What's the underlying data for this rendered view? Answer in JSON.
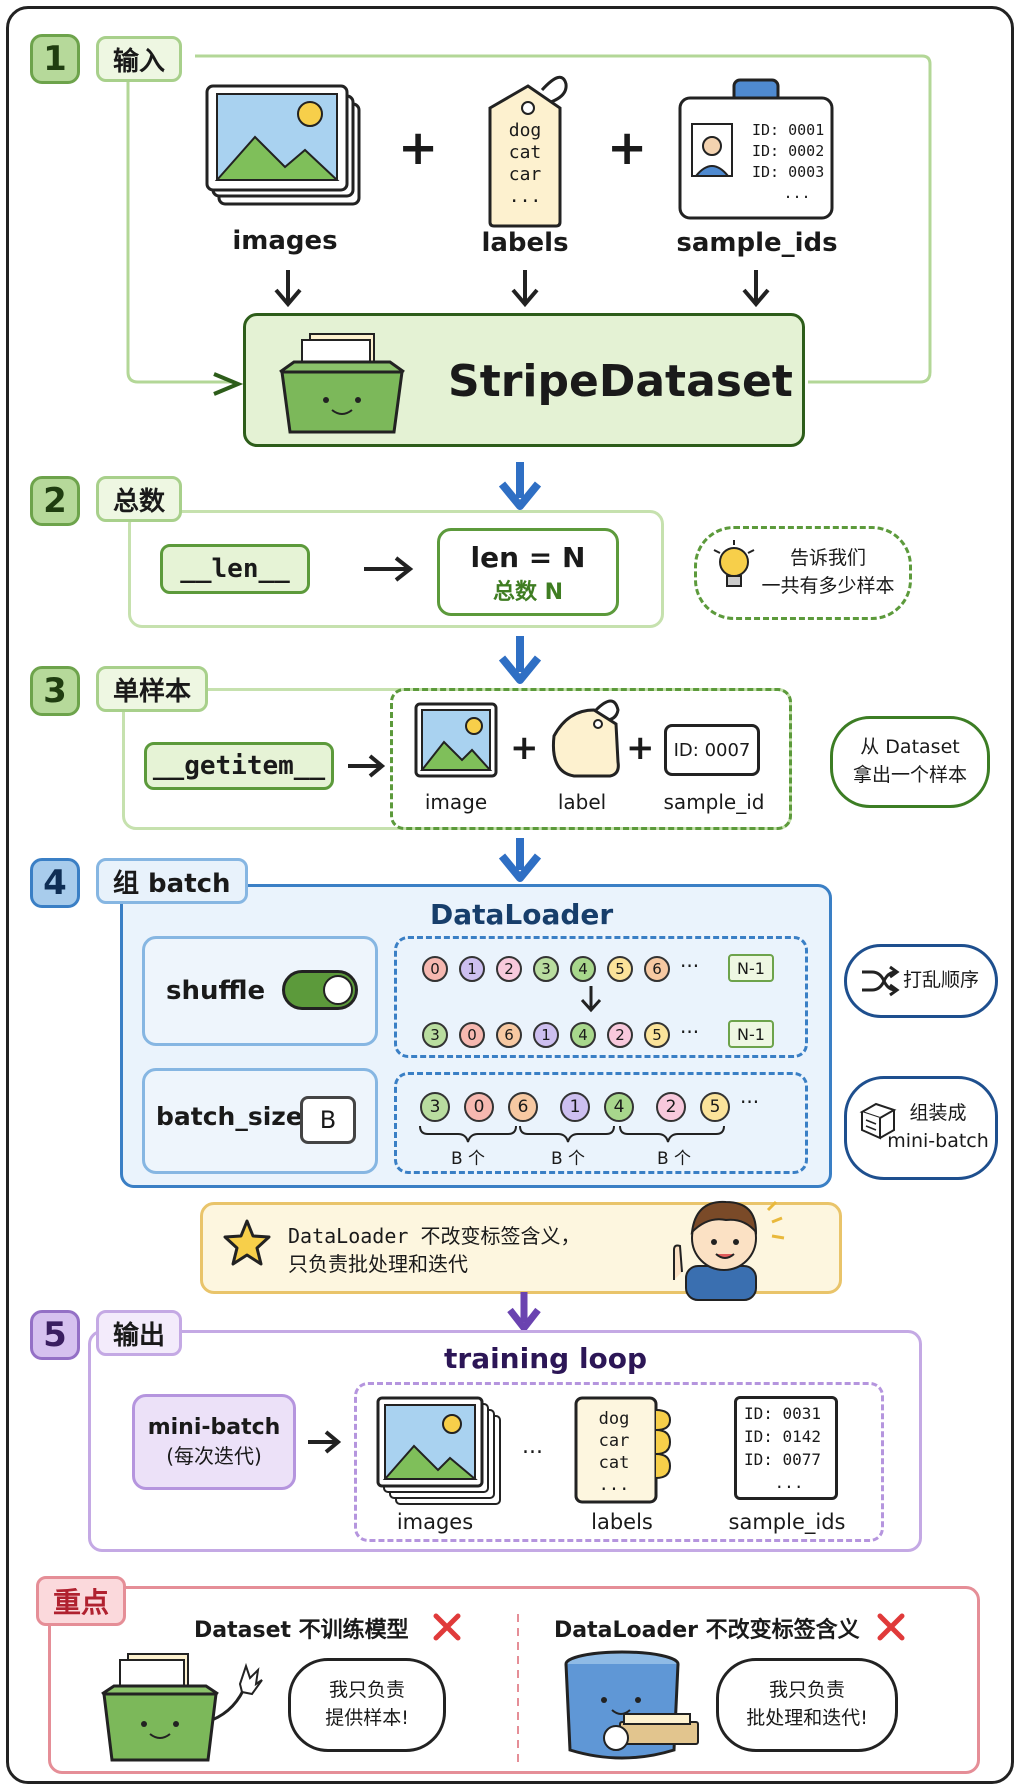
{
  "steps": {
    "s1": {
      "num": "1",
      "label": "输入"
    },
    "s2": {
      "num": "2",
      "label": "总数"
    },
    "s3": {
      "num": "3",
      "label": "单样本"
    },
    "s4": {
      "num": "4",
      "label": "组 batch"
    },
    "s5": {
      "num": "5",
      "label": "输出"
    },
    "key": {
      "label": "重点"
    }
  },
  "input": {
    "images_label": "images",
    "labels_label": "labels",
    "ids_label": "sample_ids",
    "plus": "+",
    "tag_lines": [
      "dog",
      "cat",
      "car",
      "..."
    ],
    "id_lines": [
      "ID: 0001",
      "ID: 0002",
      "ID: 0003",
      "..."
    ],
    "dataset_title": "StripeDataset"
  },
  "len": {
    "fn": "__len__",
    "result_main": "len = N",
    "result_sub": "总数 N",
    "bubble": [
      "告诉我们",
      "一共有多少样本"
    ]
  },
  "getitem": {
    "fn": "__getitem__",
    "image_label": "image",
    "label_label": "label",
    "id_value": "ID: 0007",
    "id_label": "sample_id",
    "bubble": [
      "从 Dataset",
      "拿出一个样本"
    ]
  },
  "dataloader": {
    "title": "DataLoader",
    "shuffle_label": "shuffle",
    "batch_size_label": "batch_size",
    "batch_size_value": "B",
    "row_original": [
      "0",
      "1",
      "2",
      "3",
      "4",
      "5",
      "6"
    ],
    "row_shuffled": [
      "3",
      "0",
      "6",
      "1",
      "4",
      "2",
      "5"
    ],
    "row_batched": [
      "3",
      "0",
      "6",
      "1",
      "4",
      "2",
      "5"
    ],
    "ellipsis": "···",
    "last": "N-1",
    "group_label": "B 个",
    "shuffle_bubble": "打乱顺序",
    "batch_bubble": [
      "组装成",
      "mini-batch"
    ]
  },
  "note": {
    "lines": [
      "DataLoader 不改变标签含义，",
      "只负责批处理和迭代"
    ]
  },
  "output": {
    "title": "training loop",
    "mini_batch": [
      "mini-batch",
      "(每次迭代)"
    ],
    "images_label": "images",
    "labels_label": "labels",
    "ids_label": "sample_ids",
    "label_lines": [
      "dog",
      "car",
      "cat",
      "..."
    ],
    "id_lines": [
      "ID:  0031",
      "ID:  0142",
      "ID:  0077",
      "..."
    ],
    "ellipsis": "..."
  },
  "key": {
    "left_title": "Dataset 不训练模型",
    "right_title": "DataLoader 不改变标签含义",
    "left_bubble": [
      "我只负责",
      "提供样本!"
    ],
    "right_bubble": [
      "我只负责",
      "批处理和迭代!"
    ]
  },
  "colors": {
    "green": "#6da34b",
    "blue": "#3a7fc5",
    "purple": "#9470c6",
    "red": "#e58e97",
    "yellow": "#e9c46a",
    "arrow_blue": "#2f6fc4"
  }
}
